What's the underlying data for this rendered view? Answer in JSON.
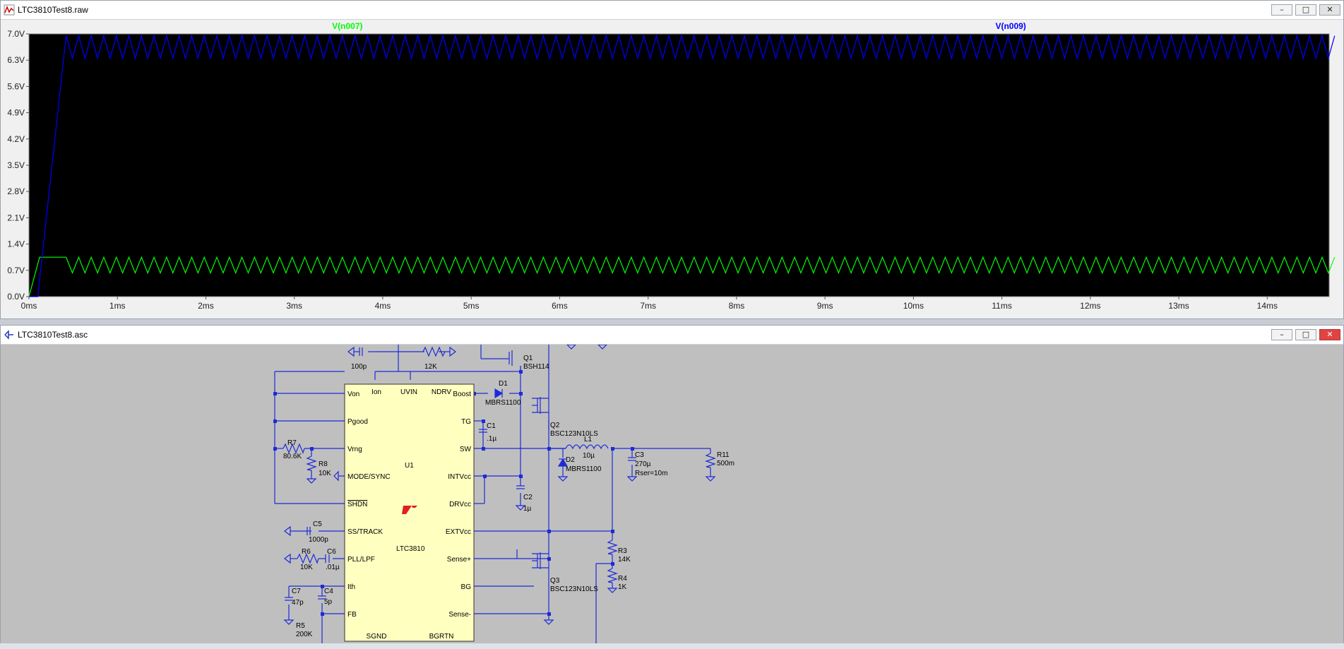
{
  "waveform_window": {
    "title": "LTC3810Test8.raw",
    "buttons": {
      "minimize": "–",
      "restore": "□",
      "close": "✕"
    }
  },
  "schematic_window": {
    "title": "LTC3810Test8.asc",
    "buttons": {
      "minimize": "–",
      "restore": "□",
      "close": "✕"
    }
  },
  "chart_data": {
    "type": "line",
    "series": [
      {
        "name": "V(n007)",
        "color": "#00ff00",
        "rise_end_ms": 0.12,
        "plateau": 1.05,
        "plateau_end_ms": 0.42,
        "min": 0.63,
        "max": 1.05,
        "period_ms": 0.142
      },
      {
        "name": "V(n009)",
        "color": "#0000ff",
        "rise_start_ms": 0.1,
        "rise_end_ms": 0.42,
        "min": 6.35,
        "max": 6.95,
        "period_ms": 0.142
      }
    ],
    "x_ticks": [
      "0ms",
      "1ms",
      "2ms",
      "3ms",
      "4ms",
      "5ms",
      "6ms",
      "7ms",
      "8ms",
      "9ms",
      "10ms",
      "11ms",
      "12ms",
      "13ms",
      "14ms"
    ],
    "y_ticks": [
      "0.0V",
      "0.7V",
      "1.4V",
      "2.1V",
      "2.8V",
      "3.5V",
      "4.2V",
      "4.9V",
      "5.6V",
      "6.3V",
      "7.0V"
    ],
    "xlim": [
      0,
      14.7
    ],
    "ylim": [
      0,
      7.0
    ],
    "grid": false,
    "background": "#000000"
  },
  "schematic": {
    "ic": {
      "ref": "U1",
      "part": "LTC3810",
      "pins_left": [
        "Von",
        "Pgood",
        "Vrng",
        "MODE/SYNC",
        "SHDN",
        "SS/TRACK",
        "PLL/LPF",
        "Ith",
        "FB"
      ],
      "pins_right": [
        "Boost",
        "TG",
        "SW",
        "INTVcc",
        "DRVcc",
        "EXTVcc",
        "Sense+",
        "BG",
        "Sense-"
      ],
      "pins_top": [
        "Ion",
        "UVIN",
        "NDRV"
      ],
      "pins_bottom": [
        "SGND",
        "BGRTN"
      ]
    },
    "components": [
      {
        "ref": "Q1",
        "value": "BSH114"
      },
      {
        "ref": "Q2",
        "value": "BSC123N10LS"
      },
      {
        "ref": "Q3",
        "value": "BSC123N10LS"
      },
      {
        "ref": "D1",
        "value": "MBRS1100"
      },
      {
        "ref": "D2",
        "value": "MBRS1100"
      },
      {
        "ref": "C1",
        "value": ".1µ"
      },
      {
        "ref": "C2",
        "value": "1µ"
      },
      {
        "ref": "C3",
        "value": "270µ",
        "extra": "Rser=10m"
      },
      {
        "ref": "C4",
        "value": "5p"
      },
      {
        "ref": "C5",
        "value": "1000p"
      },
      {
        "ref": "C6",
        "value": ".01µ"
      },
      {
        "ref": "C7",
        "value": "47p"
      },
      {
        "ref": "L1",
        "value": "10µ"
      },
      {
        "ref": "R3",
        "value": "14K"
      },
      {
        "ref": "R4",
        "value": "1K"
      },
      {
        "ref": "R5",
        "value": "200K"
      },
      {
        "ref": "R6",
        "value": "10K"
      },
      {
        "ref": "R7",
        "value": "80.6K"
      },
      {
        "ref": "R8",
        "value": "10K"
      },
      {
        "ref": "R11",
        "value": "500m"
      }
    ],
    "top_labels": {
      "cap_top": "100p",
      "res_top": "12K"
    }
  }
}
